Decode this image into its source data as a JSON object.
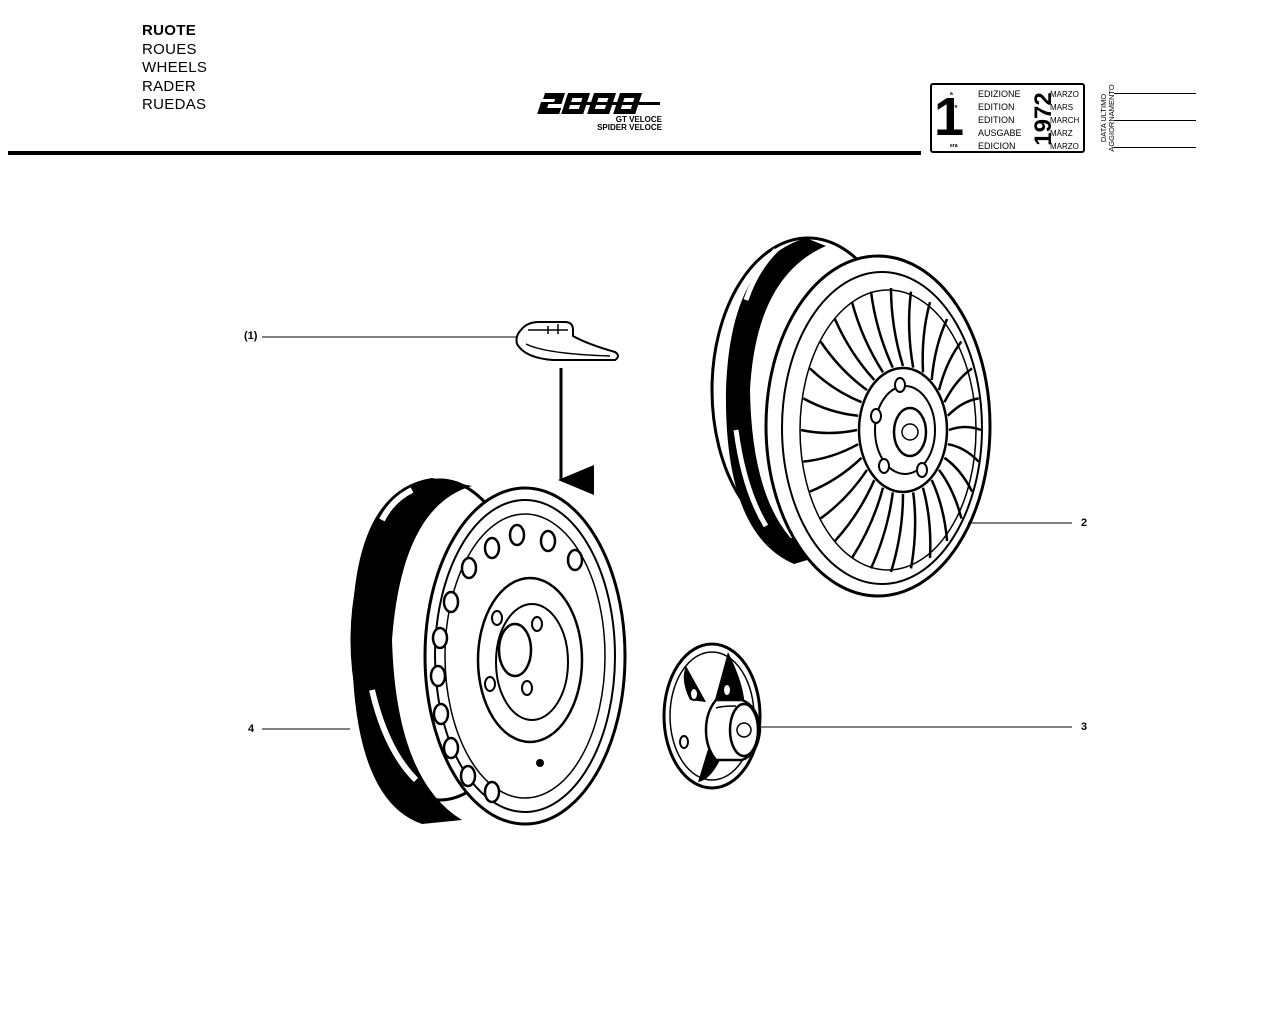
{
  "section_titles": [
    "RUOTE",
    "ROUES",
    "WHEELS",
    "RADER",
    "RUEDAS"
  ],
  "model": {
    "logo_text": "2000",
    "variants": [
      "GT VELOCE",
      "SPIDER VELOCE"
    ]
  },
  "edition": {
    "number": "1",
    "rows": [
      {
        "sup": "a",
        "label": "EDIZIONE",
        "month": "MARZO"
      },
      {
        "sup": "ère",
        "label": "EDITION",
        "month": "MARS"
      },
      {
        "sup": "st",
        "label": "EDITION",
        "month": "MARCH"
      },
      {
        "sup": ".",
        "label": "AUSGABE",
        "month": "MÄRZ"
      },
      {
        "sup": "era",
        "label": "EDICION",
        "month": "MARZO"
      }
    ],
    "year": "1972"
  },
  "update": {
    "label_line1": "DATA ULTIMO",
    "label_line2": "AGGIORNAMENTO"
  },
  "callouts": {
    "c1": "(1)",
    "c2": "2",
    "c3": "3",
    "c4": "4"
  },
  "figures": [
    {
      "name": "balance-weight"
    },
    {
      "name": "alloy-wheel"
    },
    {
      "name": "hub-cap"
    },
    {
      "name": "steel-wheel"
    }
  ]
}
